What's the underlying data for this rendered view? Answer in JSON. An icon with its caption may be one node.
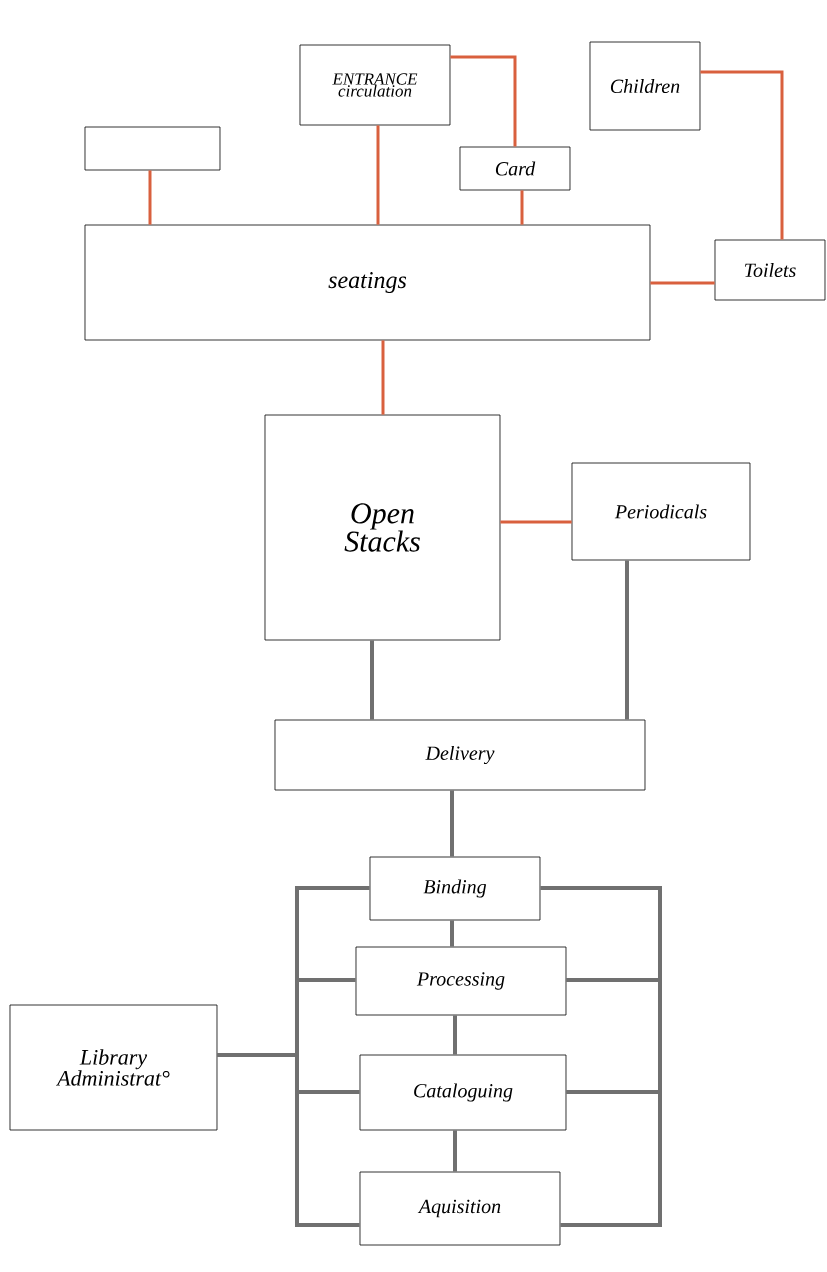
{
  "diagram": {
    "nodes": [
      {
        "text": [
          "ENTRANCE circulation"
        ]
      },
      {
        "text": [
          "Children"
        ]
      },
      {
        "text": [],
        "shape": "box"
      },
      {
        "text": [
          "Card"
        ]
      },
      {
        "text": [
          "seatings"
        ]
      },
      {
        "text": [
          "Toilets"
        ]
      },
      {
        "text": [
          "Open Stacks"
        ]
      },
      {
        "text": [
          "Periodicals"
        ]
      },
      {
        "text": [
          "Delivery"
        ]
      },
      {
        "text": [
          "Binding"
        ]
      },
      {
        "text": [
          "Processing"
        ]
      },
      {
        "text": [
          "Cataloguing"
        ]
      },
      {
        "text": [
          "Aquisition"
        ]
      },
      {
        "text": [
          "Library Administrat°"
        ]
      }
    ],
    "edges": [
      {
        "from": 2,
        "to": 4,
        "arrow": "none",
        "color": "#d9603e"
      },
      {
        "from": 0,
        "to": 4,
        "arrow": "none",
        "color": "#d9603e"
      },
      {
        "from": 0,
        "to": 3,
        "arrow": "none",
        "color": "#d9603e"
      },
      {
        "from": 3,
        "to": 4,
        "arrow": "none",
        "color": "#d9603e"
      },
      {
        "from": 1,
        "to": 5,
        "arrow": "none",
        "color": "#d9603e"
      },
      {
        "from": 4,
        "to": 5,
        "arrow": "none",
        "color": "#d9603e"
      },
      {
        "from": 4,
        "to": 6,
        "arrow": "none",
        "color": "#d9603e"
      },
      {
        "from": 6,
        "to": 7,
        "arrow": "none",
        "color": "#d9603e"
      },
      {
        "from": 6,
        "to": 8,
        "arrow": "none"
      },
      {
        "from": 7,
        "to": 8,
        "arrow": "none"
      },
      {
        "from": 8,
        "to": 9,
        "arrow": "none"
      },
      {
        "from": 9,
        "to": 10,
        "arrow": "none"
      },
      {
        "from": 10,
        "to": 11,
        "arrow": "none"
      },
      {
        "from": 11,
        "to": 12,
        "arrow": "none"
      },
      {
        "from": 13,
        "to": 9,
        "arrow": "none"
      },
      {
        "from": 13,
        "to": 10,
        "arrow": "none"
      },
      {
        "from": 13,
        "to": 11,
        "arrow": "none"
      },
      {
        "from": 13,
        "to": 12,
        "arrow": "none"
      },
      {
        "from": 9,
        "to": 10,
        "arrow": "none"
      },
      {
        "from": 10,
        "to": 11,
        "arrow": "none"
      },
      {
        "from": 11,
        "to": 12,
        "arrow": "none"
      }
    ]
  }
}
